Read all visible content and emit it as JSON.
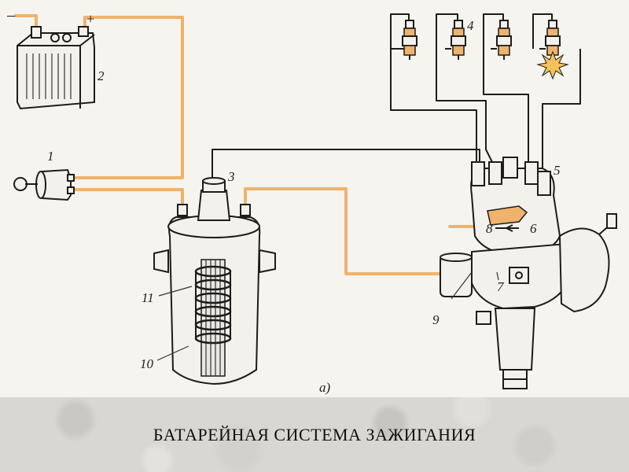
{
  "caption": "БАТАРЕЙНАЯ СИСТЕМА ЗАЖИГАНИЯ",
  "labels": {
    "battery_minus": "−",
    "battery_plus": "+",
    "n1": "1",
    "n2": "2",
    "n3": "3",
    "n4": "4",
    "n5": "5",
    "n6": "6",
    "n7": "7",
    "n8": "8",
    "n9": "9",
    "n10": "10",
    "n11": "11",
    "fig": "а)"
  },
  "colors": {
    "wire_primary": "#f0b36b",
    "wire_secondary": "#1c1c1c",
    "background": "#f5f4ef"
  }
}
